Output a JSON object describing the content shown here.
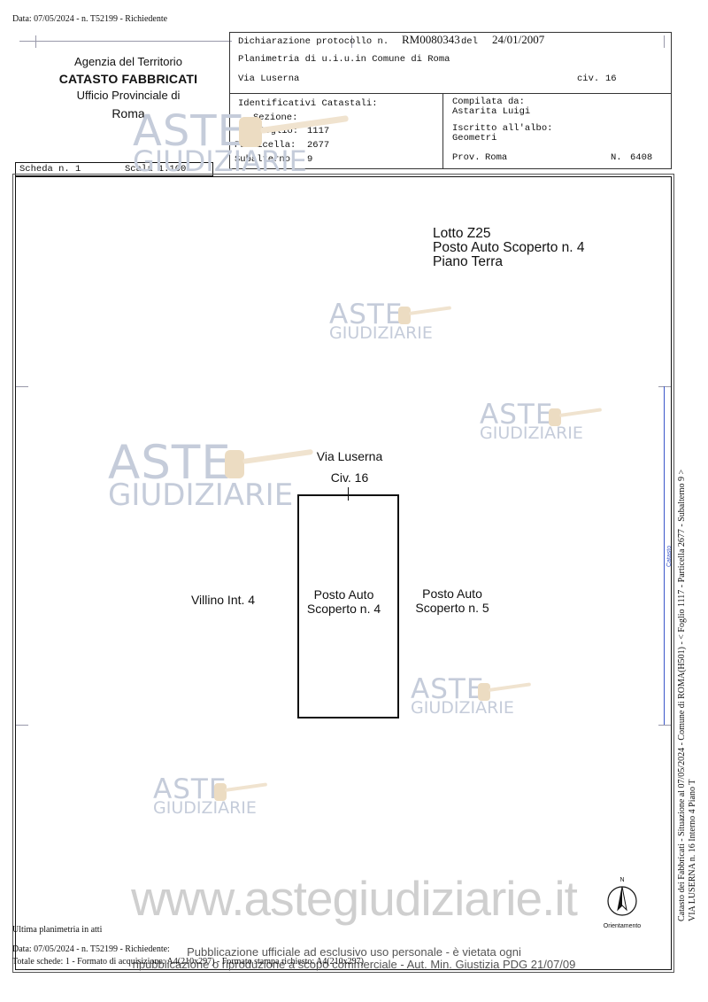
{
  "header": {
    "top_request": "Data: 07/05/2024 - n. T52199 - Richiedente",
    "office": {
      "line1": "Agenzia del Territorio",
      "line2": "CATASTO FABBRICATI",
      "line3": "Ufficio Provinciale di",
      "line4": "Roma"
    },
    "declaration_label": "Dichiarazione protocollo n.",
    "protocol_number": "RM0080343",
    "del_label": "del",
    "protocol_date": "24/01/2007",
    "plan_label": "Planimetria di u.i.u.in Comune di Roma",
    "address": "Via Luserna",
    "civ_label": "civ.",
    "civ_number": "16",
    "identifiers_title": "Identificativi Catastali:",
    "sezione_label": "Sezione:",
    "foglio_label": "Foglio:",
    "foglio_value": "1117",
    "particella_label": "Particella:",
    "particella_value": "2677",
    "subalterno_label": "Subalterno:",
    "subalterno_value": "9",
    "compiled_label": "Compilata da:",
    "compiled_by": "Astarita Luigi",
    "albo_label": "Iscritto all'albo:",
    "albo_value": "Geometri",
    "prov_label": "Prov.",
    "prov_value": "Roma",
    "n_label": "N.",
    "n_value": "6408"
  },
  "scheda": {
    "scheda_label": "Scheda n. 1",
    "scale_label": "Scala 1:100"
  },
  "plan": {
    "lotto": "Lotto Z25",
    "posto_title": "Posto Auto Scoperto n. 4",
    "piano": "Piano Terra",
    "street": "Via Luserna",
    "civ": "Civ. 16",
    "left_label": "Villino Int. 4",
    "center_line1": "Posto Auto",
    "center_line2": "Scoperto n. 4",
    "right_line1": "Posto Auto",
    "right_line2": "Scoperto n. 5",
    "orientation_label": "Orientamento",
    "north_label": "N"
  },
  "watermarks": {
    "aste": "ASTE",
    "giudiziarie": "GIUDIZIARIE",
    "website": "www.astegiudiziarie.it",
    "pub_line1": "Pubblicazione ufficiale ad esclusivo uso personale - è vietata ogni",
    "pub_line2": "ripubblicazione o riproduzione a scopo commerciale - Aut. Min. Giustizia PDG 21/07/09"
  },
  "footer": {
    "last_plan": "Ultima planimetria in atti",
    "request": "Data: 07/05/2024 - n. T52199 - Richiedente:",
    "totals": "Totale schede: 1 - Formato di acquisizione: A4(210x297) - Formato stampa richiesto: A4(210x297)"
  },
  "side": {
    "line1": "Catasto dei Fabbricati - Situazione al 07/05/2024 - Comune di ROMA(H501) - < Foglio 1117 - Particella 2677 - Subalterno 9 >",
    "line2": "VIA LUSERNA n. 16 Interno 4 Piano T",
    "small": "Catasto"
  }
}
